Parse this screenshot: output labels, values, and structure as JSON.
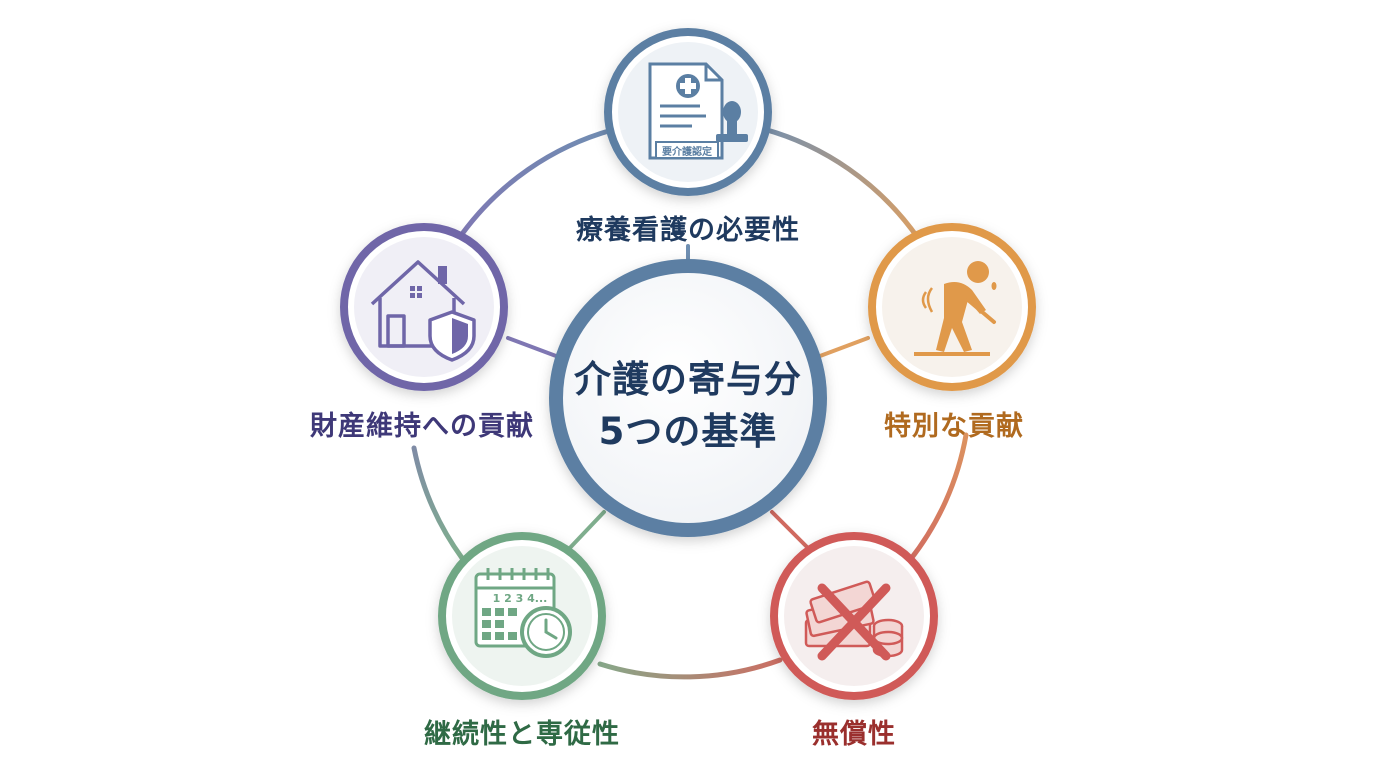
{
  "center": {
    "line1": "介護の寄与分",
    "line2": "5つの基準",
    "color": "#1f3a5f",
    "ring_color": "#5b7fa3"
  },
  "criteria": [
    {
      "label": "療養看護の必要性",
      "icon": "medical-certificate-stamp-icon",
      "color": "#5b7fa3",
      "text_color": "#1f3a5f",
      "stamp_text": "要介護認定"
    },
    {
      "label": "特別な貢献",
      "icon": "caregiver-fatigue-icon",
      "color": "#e0994a",
      "text_color": "#b06a1f"
    },
    {
      "label": "無償性",
      "icon": "no-money-icon",
      "color": "#d05a58",
      "text_color": "#9a2f2d"
    },
    {
      "label": "継続性と専従性",
      "icon": "calendar-clock-icon",
      "color": "#6fa784",
      "text_color": "#2f6a45",
      "calendar_text": "1 2 3 4..."
    },
    {
      "label": "財産維持への貢献",
      "icon": "house-shield-icon",
      "color": "#6f66a8",
      "text_color": "#3e3878"
    }
  ]
}
